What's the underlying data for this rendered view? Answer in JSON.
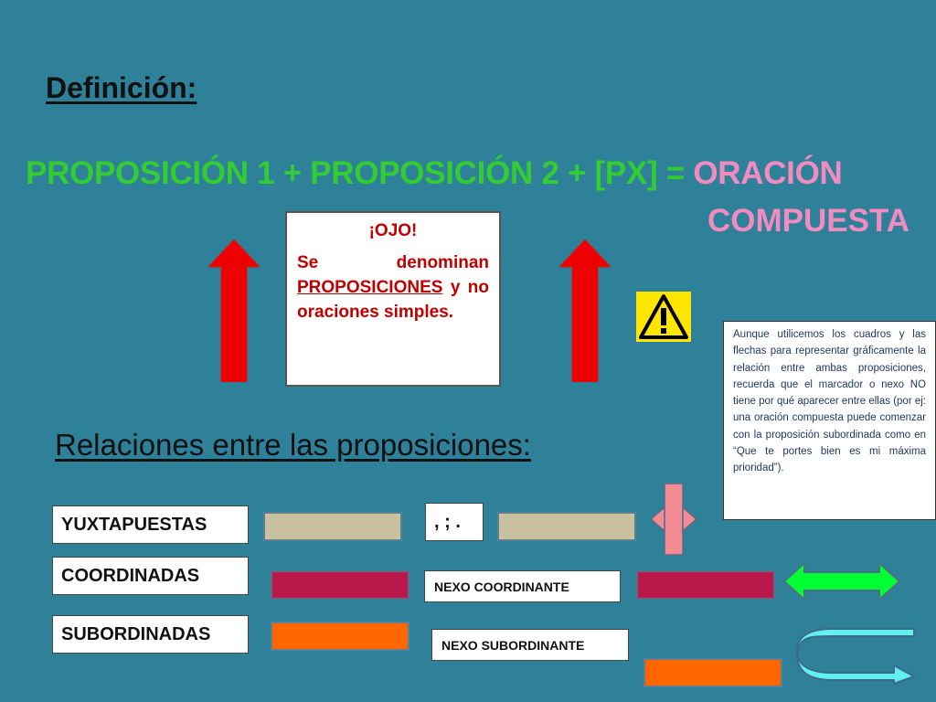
{
  "heading": "Definición:",
  "formula": {
    "part_green": "PROPOSICIÓN 1 + PROPOSICIÓN 2 + [PX] = ",
    "part_pink": "ORACIÓN",
    "part_pink_line2": "COMPUESTA"
  },
  "ojo_box": {
    "title": "¡OJO!",
    "line_before": "Se denominan ",
    "underlined": "PROPOSICIONES",
    "line_after": " y no oraciones simples."
  },
  "note_box": {
    "text": "Aunque utilicemos los cuadros y las flechas para representar gráficamente la relación entre ambas proposiciones, recuerda que el marcador o nexo NO tiene por qué aparecer entre ellas (por ej: una oración compuesta puede comenzar con la proposición subordinada como en “Que te portes bien es mi máxima prioridad”)."
  },
  "subtitle": "Relaciones entre las proposiciones:",
  "relations": {
    "yuxtapuestas": {
      "label": "YUXTAPUESTAS",
      "marker": ", ; ."
    },
    "coordinadas": {
      "label": "COORDINADAS",
      "marker": "NEXO COORDINANTE"
    },
    "subordinadas": {
      "label": "SUBORDINADAS",
      "marker": "NEXO SUBORDINANTE"
    }
  },
  "colors": {
    "background": "#2e8199",
    "formula_green": "#33cc33",
    "formula_pink": "#f28bbf",
    "arrow_red": "#ee0000",
    "ojo_text": "#c00000",
    "tan_box": "#c9c19d",
    "maroon_box": "#b8184a",
    "orange_box": "#ff6600",
    "pink_arrow": "#f28b93",
    "green_arrow": "#00ff33",
    "cyan_arrow": "#5ff0f0",
    "warning_yellow": "#ffe600"
  },
  "icons": {
    "up_arrow": "up-arrow-icon",
    "warning": "warning-icon",
    "double_arrow": "double-arrow-icon",
    "curved_arrow": "curved-arrow-icon"
  }
}
